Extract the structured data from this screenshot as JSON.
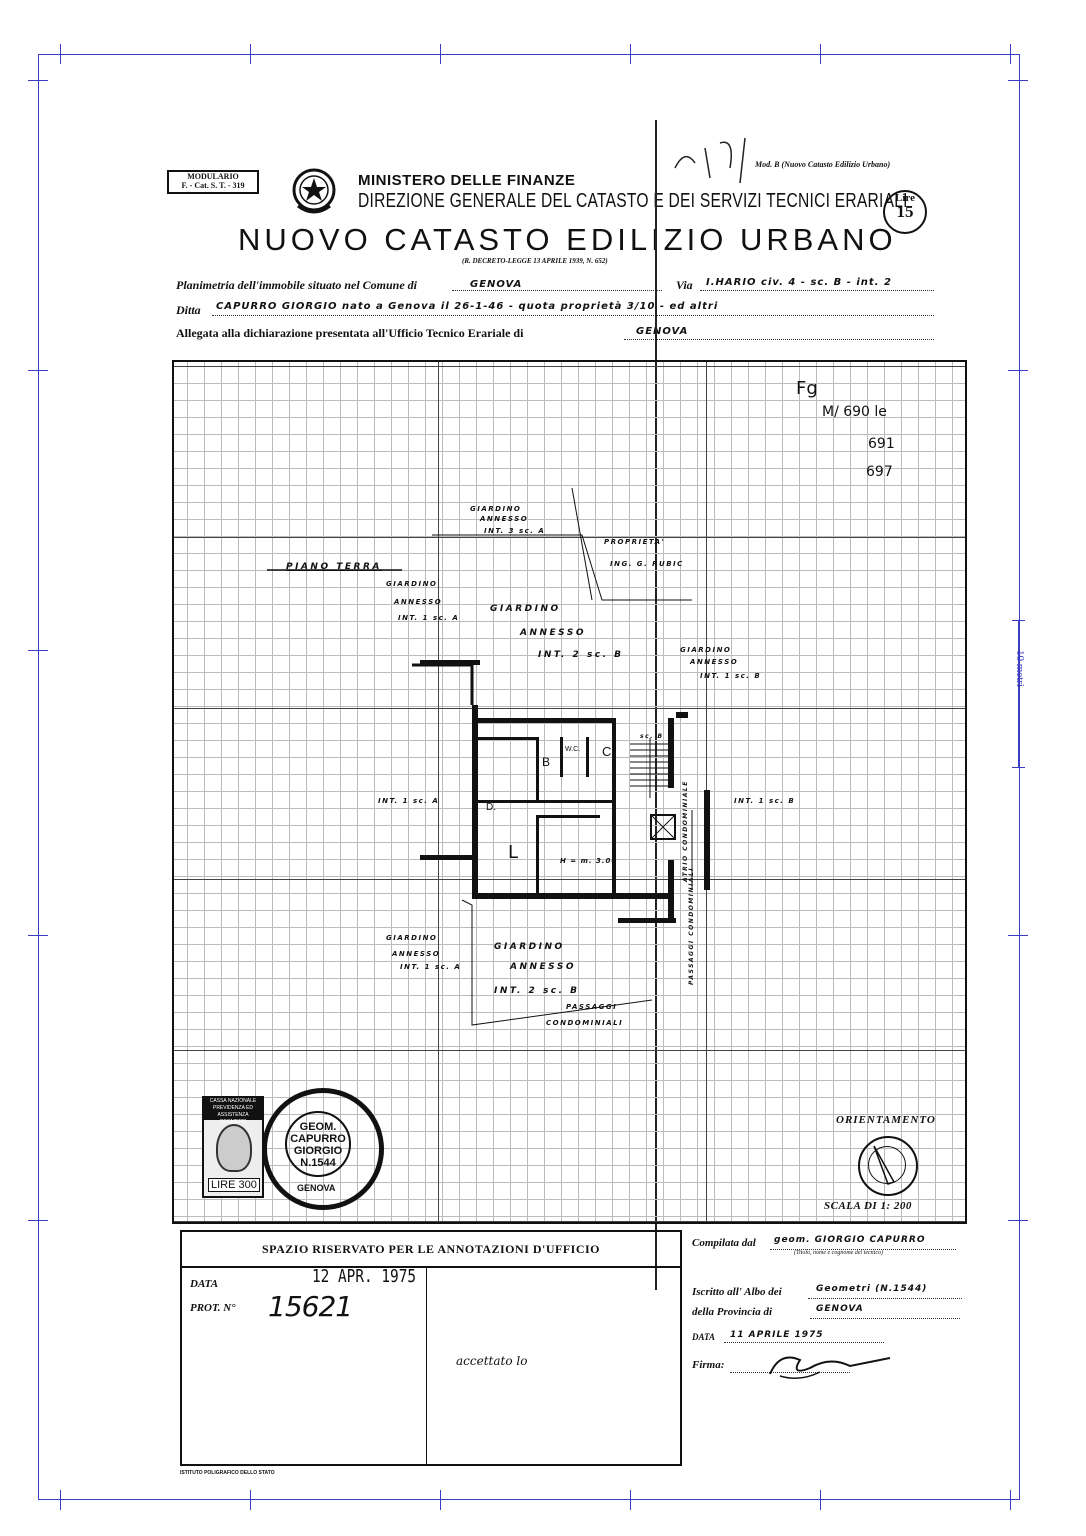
{
  "header": {
    "modulario_line1": "MODULARIO",
    "modulario_line2": "F. - Cat. S. T. - 319",
    "ministero": "MINISTERO DELLE FINANZE",
    "direzione": "DIREZIONE GENERALE DEL CATASTO E DEI SERVIZI TECNICI ERARIALI",
    "title": "NUOVO CATASTO EDILIZIO URBANO",
    "decreto": "(R. DECRETO-LEGGE 13 APRILE 1939, N. 652)",
    "mod": "Mod. B (Nuovo Catasto Edilizio Urbano)",
    "lire_label": "Lire",
    "lire_value": "15"
  },
  "form": {
    "planimetria_label": "Planimetria dell'immobile situato nel Comune di",
    "comune": "GENOVA",
    "via_label": "Via",
    "via_value": "I.HARIO civ. 4 - sc. B - int. 2",
    "ditta_label": "Ditta",
    "ditta_value": "CAPURRO GIORGIO nato a Genova il 26-1-46 - quota proprietà 3/10 - ed altri",
    "allegata_label": "Allegata alla dichiarazione presentata all'Ufficio Tecnico Erariale di",
    "ufficio": "GENOVA"
  },
  "plan": {
    "foglio": "Fg",
    "mappali": [
      "M/ 690 le",
      "691",
      "697"
    ],
    "labels": {
      "piano_terra": "PIANO TERRA",
      "giardino_top_1": "GIARDINO",
      "giardino_top_2": "ANNESSO",
      "giardino_top_3": "INT. 3 sc. A",
      "proprieta_1": "PROPRIETA'",
      "proprieta_2": "ING. G. RUBIC",
      "left_g1": "GIARDINO",
      "left_g2": "ANNESSO",
      "left_g3": "INT. 1 sc. A",
      "center_g1": "GIARDINO",
      "center_g2": "ANNESSO",
      "center_g3": "INT. 2 sc. B",
      "right_g1": "GIARDINO",
      "right_g2": "ANNESSO",
      "right_g3": "INT. 1 sc. B",
      "int_left": "INT. 1 sc. A",
      "int_right": "INT. 1 sc. B",
      "room_b": "B",
      "room_c": "C",
      "room_wc": "W.C.",
      "room_d": "D.",
      "room_l": "L",
      "height": "H = m. 3.00",
      "scala": "sc. B",
      "atrio": "ATRIO CONDOMINIALE",
      "passaggi_v": "PASSAGGI CONDOMINIALI",
      "bottom_g_left1": "GIARDINO",
      "bottom_g_left2": "ANNESSO",
      "bottom_g_left3": "INT. 1 sc. A",
      "bottom_g1": "GIARDINO",
      "bottom_g2": "ANNESSO",
      "bottom_g3": "INT. 2 sc. B",
      "passaggi_1": "PASSAGGI",
      "passaggi_2": "CONDOMINIALI"
    },
    "orientamento": "ORIENTAMENTO",
    "scala": "SCALA DI 1: 200"
  },
  "stamp": {
    "line1": "GEOM.",
    "line2": "CAPURRO",
    "line3": "GIORGIO",
    "line4": "N.1544",
    "ring": "GENOVA"
  },
  "revenue_stamp": {
    "top": "CASSA NAZIONALE PREVIDENZA ED ASSISTENZA GEOMETRI",
    "value": "LIRE 300"
  },
  "office": {
    "header": "SPAZIO RISERVATO PER LE ANNOTAZIONI D'UFFICIO",
    "data_label": "DATA",
    "data_value": "12 APR. 1975",
    "prot_label": "PROT. N°",
    "prot_value": "15621",
    "note": "accettato lo"
  },
  "compiler": {
    "compilata_label": "Compilata dal",
    "compilata_value": "geom. GIORGIO CAPURRO",
    "compilata_hint": "(Titolo, nome e cognome del tecnico)",
    "iscritto_label": "Iscritto all' Albo dei",
    "iscritto_value": "Geometri (N.1544)",
    "provincia_label": "della Provincia di",
    "provincia_value": "GENOVA",
    "data_label": "DATA",
    "data_value": "11 APRILE 1975",
    "firma_label": "Firma:"
  },
  "footer": {
    "istituto": "ISTITUTO POLIGRAFICO DELLO STATO"
  },
  "measure": {
    "label": "10 metri"
  }
}
